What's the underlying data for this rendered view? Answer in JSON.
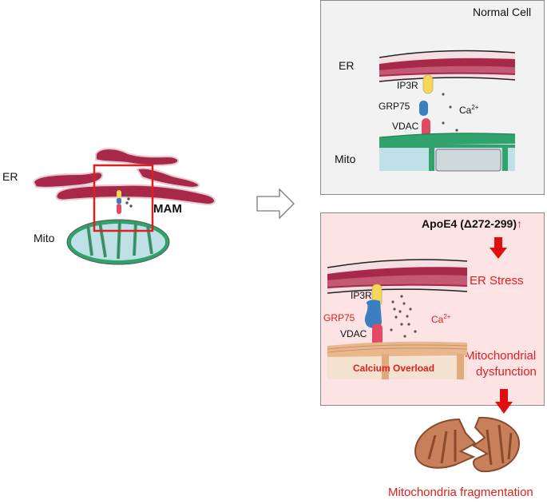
{
  "overview": {
    "er_label": "ER",
    "mito_label": "Mito",
    "mam_label": "MAM"
  },
  "normal_cell": {
    "title": "Normal Cell",
    "er_label": "ER",
    "mito_label": "Mito",
    "ip3r_label": "IP3R",
    "grp75_label": "GRP75",
    "vdac_label": "VDAC",
    "calcium_base": "Ca",
    "calcium_charge": "2+"
  },
  "apoe4_cell": {
    "trigger_label": "ApoE4 (Δ272-299)",
    "trigger_arrow": "↑",
    "ip3r_label": "IP3R",
    "grp75_label": "GRP75",
    "vdac_label": "VDAC",
    "calcium_base": "Ca",
    "calcium_charge": "2+",
    "calcium_overload_label": "Calcium Overload",
    "er_stress_label": "ER Stress",
    "mito_dysfunction_line1": "Mitochondrial",
    "mito_dysfunction_line2": "dysfunction"
  },
  "outcome": {
    "label": "Mitochondria fragmentation"
  },
  "colors": {
    "er": "#a8284a",
    "er_light": "#cf6d84",
    "mito_membrane": "#2fa36b",
    "mito_matrix": "#bfe0e6",
    "ip3r": "#f5d75a",
    "grp75": "#3b7fc0",
    "vdac": "#e04a63",
    "highlight_red": "#e0201e",
    "damaged_mito": "#c8805a",
    "damaged_mito_dark": "#8a4a2c"
  }
}
